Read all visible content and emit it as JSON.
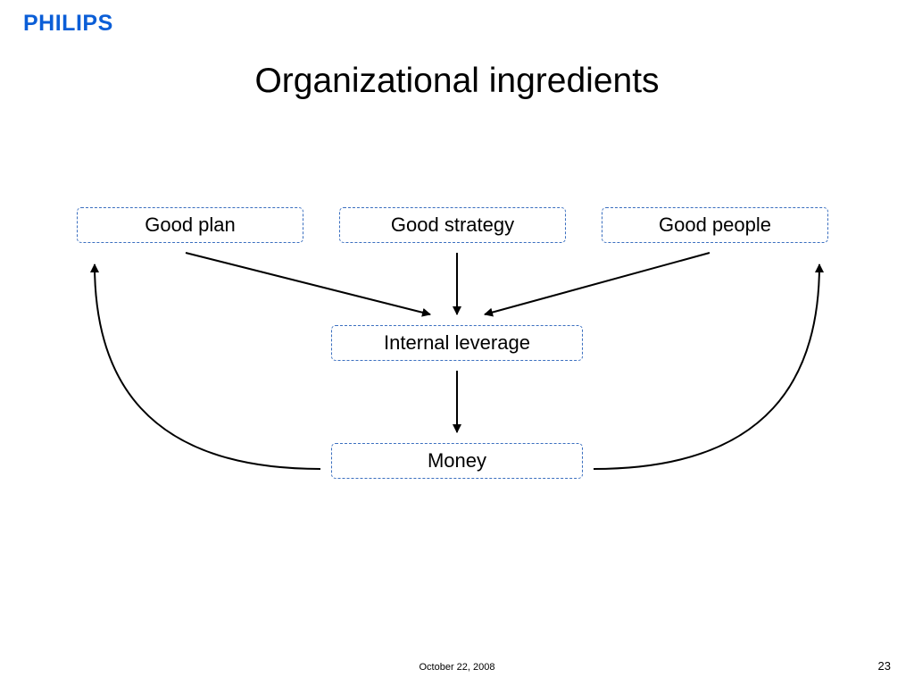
{
  "header": {
    "logo_text": "PHILIPS",
    "title": "Organizational ingredients"
  },
  "diagram": {
    "boxes": {
      "good_plan": "Good plan",
      "good_strategy": "Good strategy",
      "good_people": "Good people",
      "internal_leverage": "Internal leverage",
      "money": "Money"
    },
    "edges": [
      {
        "from": "good_plan",
        "to": "internal_leverage"
      },
      {
        "from": "good_strategy",
        "to": "internal_leverage"
      },
      {
        "from": "good_people",
        "to": "internal_leverage"
      },
      {
        "from": "internal_leverage",
        "to": "money"
      },
      {
        "from": "money",
        "to": "good_plan"
      },
      {
        "from": "money",
        "to": "good_people"
      }
    ],
    "colors": {
      "box_border": "#3b6fbf",
      "arrow": "#000000",
      "logo": "#0b5ed7"
    }
  },
  "footer": {
    "date": "October 22, 2008",
    "page_number": "23"
  }
}
